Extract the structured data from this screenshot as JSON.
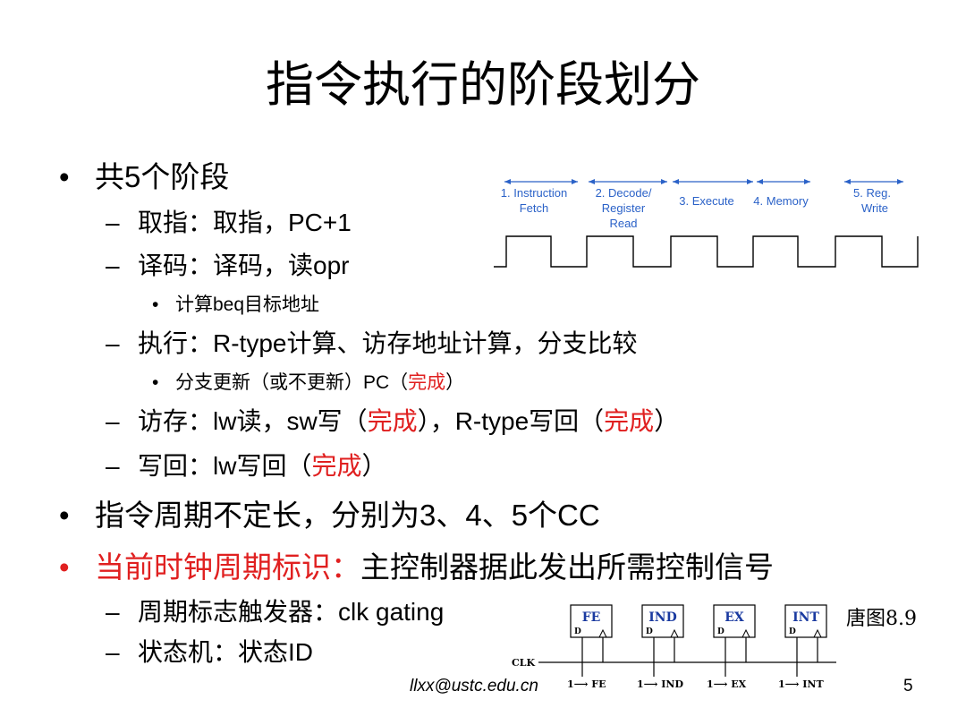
{
  "slide": {
    "title": "指令执行的阶段划分",
    "b1": {
      "bullet": "•",
      "text": "共5个阶段"
    },
    "b1_1": {
      "dash": "–",
      "text": "取指：取指，PC+1"
    },
    "b1_2": {
      "dash": "–",
      "text": "译码：译码，读opr"
    },
    "b1_2_1": {
      "bullet": "•",
      "text": "计算beq目标地址"
    },
    "b1_3": {
      "dash": "–",
      "text": "执行：R-type计算、访存地址计算，分支比较"
    },
    "b1_3_1": {
      "bullet": "•",
      "pre": "分支更新（或不更新）PC（",
      "red": "完成",
      "post": "）"
    },
    "b1_4": {
      "dash": "–",
      "t1": "访存：lw读，sw写（",
      "r1": "完成",
      "t2": "），R-type写回（",
      "r2": "完成",
      "t3": "）"
    },
    "b1_5": {
      "dash": "–",
      "pre": "写回：lw写回（",
      "red": "完成",
      "post": "）"
    },
    "b2": {
      "bullet": "•",
      "text": "指令周期不定长，分别为3、4、5个CC"
    },
    "b3": {
      "bullet": "•",
      "red": "当前时钟周期标识：",
      "rest": "主控制器据此发出所需控制信号"
    },
    "b3_1": {
      "dash": "–",
      "text": "周期标志触发器：clk gating"
    },
    "b3_2": {
      "dash": "–",
      "text": "状态机：状态ID"
    },
    "footer_email": "llxx@ustc.edu.cn",
    "page_number": "5"
  },
  "stage_diagram": {
    "stages": [
      {
        "line1": "1. Instruction",
        "line2": "Fetch",
        "line3": ""
      },
      {
        "line1": "2. Decode/",
        "line2": "Register",
        "line3": "Read"
      },
      {
        "line1": "3. Execute",
        "line2": "",
        "line3": ""
      },
      {
        "line1": "4. Memory",
        "line2": "",
        "line3": ""
      },
      {
        "line1": "5. Reg.",
        "line2": "Write",
        "line3": ""
      }
    ],
    "label_color": "#2b62c8",
    "arrow_color": "#2b62c8"
  },
  "ff_diagram": {
    "clk_label": "CLK",
    "flipflops": [
      {
        "name": "FE",
        "d_label": "D",
        "output": "1⟶ FE"
      },
      {
        "name": "IND",
        "d_label": "D",
        "output": "1⟶ IND"
      },
      {
        "name": "EX",
        "d_label": "D",
        "output": "1⟶ EX"
      },
      {
        "name": "INT",
        "d_label": "D",
        "output": "1⟶ INT"
      }
    ],
    "name_color": "#1a3aa0",
    "caption": "唐图8.9"
  }
}
